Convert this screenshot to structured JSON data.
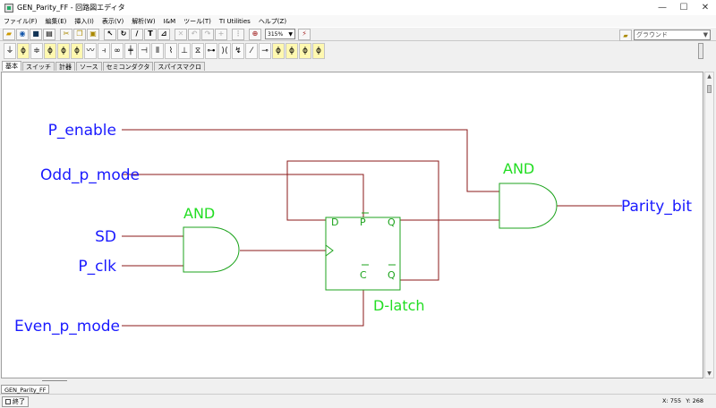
{
  "window": {
    "title": "GEN_Parity_FF - 回路図エディタ",
    "controls": [
      "—",
      "☐",
      "✕"
    ]
  },
  "menu": [
    "ファイル(F)",
    "編集(E)",
    "挿入(I)",
    "表示(V)",
    "解析(W)",
    "I&M",
    "ツール(T)",
    "TI Utilities",
    "ヘルプ(Z)"
  ],
  "toolbar": {
    "zoom": "315%",
    "layer": "グラウンド"
  },
  "component_tabs": [
    "基本",
    "スイッチ",
    "計器",
    "ソース",
    "セミコンダクタ",
    "スパイスマクロ"
  ],
  "schematic": {
    "inputs": [
      "P_enable",
      "Odd_p_mode",
      "SD",
      "P_clk",
      "Even_p_mode"
    ],
    "output": "Parity_bit",
    "gate1_label": "AND",
    "gate2_label": "AND",
    "latch_label": "D-latch",
    "latch_pins": {
      "d": "D",
      "p": "P",
      "q": "Q",
      "c": "C",
      "qbar": "Q"
    },
    "colors": {
      "label": "#1a1aff",
      "component": "#1ca31c",
      "wire": "#8b1a1a",
      "component_text": "#22dd22"
    }
  },
  "document_tab": "GEN_Parity_FF",
  "status": {
    "close_label": "終了",
    "x": "X: 755",
    "y": "Y: 268"
  }
}
